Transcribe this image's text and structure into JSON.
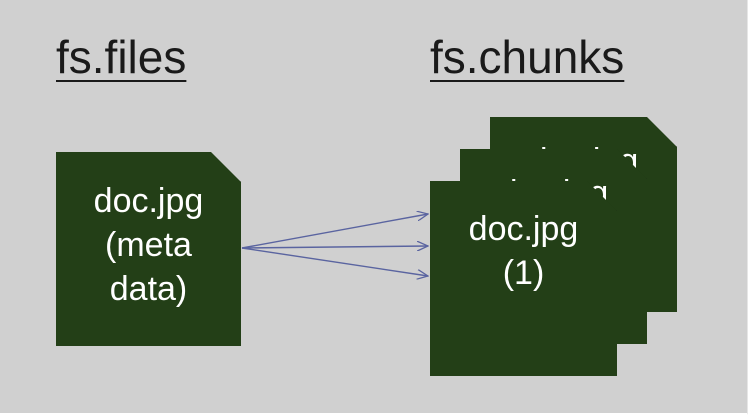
{
  "headings": {
    "files": "fs.files",
    "chunks": "fs.chunks"
  },
  "metadata_doc": {
    "text": "doc.jpg\n(meta\ndata)"
  },
  "chunk_docs": [
    {
      "text": "doc.jpg"
    },
    {
      "text": "doc.jpg"
    },
    {
      "text": "doc.jpg\n(1)"
    }
  ],
  "colors": {
    "background": "#d0d0d0",
    "document_fill": "#233f17",
    "document_text": "#ffffff",
    "arrow": "#5a64a0"
  }
}
